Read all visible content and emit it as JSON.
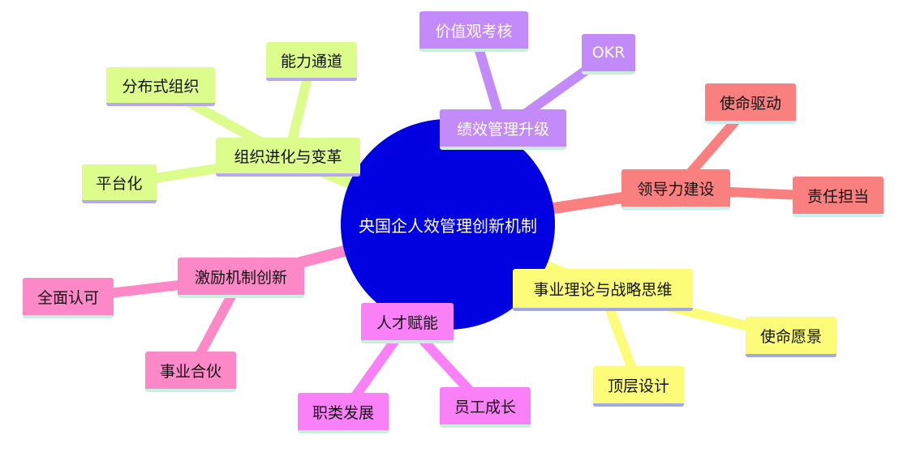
{
  "center": {
    "label": "央国企人效管理创新机制",
    "color": "#0000e0"
  },
  "branches": [
    {
      "id": "org",
      "label": "组织进化与变革",
      "color": "#dcfc8c",
      "underline": "#b8a8ee",
      "link_color": "#dcfc8c",
      "children": [
        {
          "id": "capability-channel",
          "label": "能力通道"
        },
        {
          "id": "distributed-org",
          "label": "分布式组织"
        },
        {
          "id": "platform",
          "label": "平台化"
        }
      ]
    },
    {
      "id": "performance",
      "label": "绩效管理升级",
      "color": "#c38bfa",
      "underline": "#c8f0d8",
      "link_color": "#c38bfa",
      "children": [
        {
          "id": "values-assessment",
          "label": "价值观考核"
        },
        {
          "id": "okr",
          "label": "OKR"
        }
      ]
    },
    {
      "id": "leadership",
      "label": "领导力建设",
      "color": "#fa8080",
      "underline": "#c8f0f0",
      "link_color": "#fa8080",
      "children": [
        {
          "id": "mission-driven",
          "label": "使命驱动"
        },
        {
          "id": "responsibility",
          "label": "责任担当"
        }
      ]
    },
    {
      "id": "strategy",
      "label": "事业理论与战略思维",
      "color": "#fcfc78",
      "underline": "#a0a8e8",
      "link_color": "#fcfc78",
      "children": [
        {
          "id": "mission-vision",
          "label": "使命愿景"
        },
        {
          "id": "top-design",
          "label": "顶层设计"
        }
      ]
    },
    {
      "id": "talent",
      "label": "人才赋能",
      "color": "#fa80f8",
      "underline": "#c8f0d8",
      "link_color": "#fa80f8",
      "children": [
        {
          "id": "staff-growth",
          "label": "员工成长"
        },
        {
          "id": "career-dev",
          "label": "职类发展"
        }
      ]
    },
    {
      "id": "incentive",
      "label": "激励机制创新",
      "color": "#fc88c8",
      "underline": "#c8f0e0",
      "link_color": "#fc88c8",
      "children": [
        {
          "id": "full-recognition",
          "label": "全面认可"
        },
        {
          "id": "business-partner",
          "label": "事业合伙"
        }
      ]
    }
  ]
}
